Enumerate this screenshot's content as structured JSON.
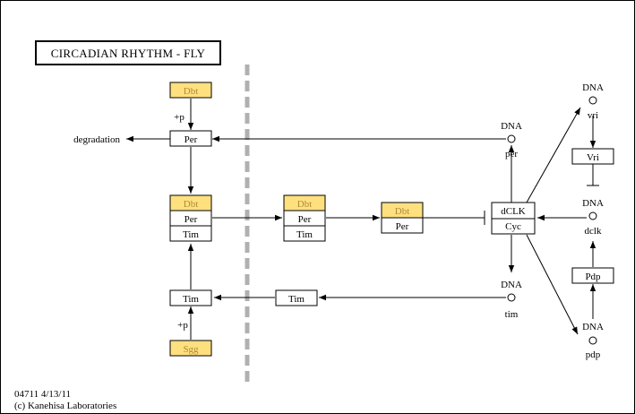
{
  "title": "CIRCADIAN RHYTHM - FLY",
  "footer": {
    "line1": "04711 4/13/11",
    "line2": "(c) Kanehisa Laboratories"
  },
  "colors": {
    "highlight_fill": "#ffe07f",
    "highlight_text": "#b08a3a",
    "membrane": "#b0b0b0"
  },
  "genes": {
    "dbt_top": "Dbt",
    "per_top": "Per",
    "dbt_mid": "Dbt",
    "per_mid": "Per",
    "tim_mid": "Tim",
    "dbt_nuc1": "Dbt",
    "per_nuc1": "Per",
    "tim_nuc1": "Tim",
    "dbt_nuc2": "Dbt",
    "per_nuc2": "Per",
    "dclk": "dCLK",
    "cyc": "Cyc",
    "vri": "Vri",
    "pdp": "Pdp",
    "tim_bottom": "Tim",
    "tim_right": "Tim",
    "sgg": "Sgg"
  },
  "labels": {
    "phos_top": "+p",
    "phos_bottom": "+p",
    "degradation": "degradation",
    "dna_per": "DNA",
    "per_gene": "per",
    "dna_vri": "DNA",
    "vri_gene": "vri",
    "dna_dclk": "DNA",
    "dclk_gene": "dclk",
    "dna_tim": "DNA",
    "tim_gene": "tim",
    "dna_pdp": "DNA",
    "pdp_gene": "pdp"
  }
}
